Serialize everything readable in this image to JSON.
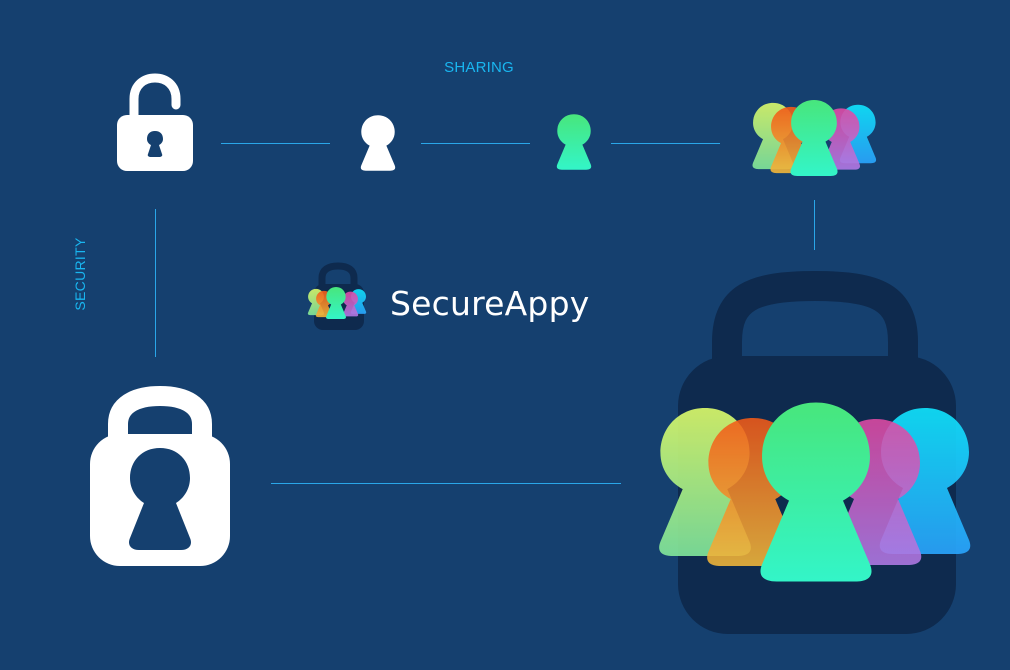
{
  "labels": {
    "sharing": "SHARING",
    "security": "SECURITY"
  },
  "brand": {
    "name": "SecureAppy"
  },
  "colors": {
    "background": "#15406f",
    "accent_line": "#2aa6e8",
    "label_text": "#19b6f0",
    "icon_white": "#ffffff",
    "big_lock": "#0e2a4e",
    "figure_lime": "#c6f36a",
    "figure_orange": "#f0681c",
    "figure_green": "#3de88a",
    "figure_magenta": "#d54ba8",
    "figure_cyan": "#17d6ff"
  },
  "icons": [
    "padlock-small-icon",
    "keyhole-person-white-icon",
    "keyhole-person-green-icon",
    "keyhole-group-icon",
    "padlock-keyhole-large-icon",
    "padlock-group-large-icon",
    "secureappy-logo-icon"
  ]
}
